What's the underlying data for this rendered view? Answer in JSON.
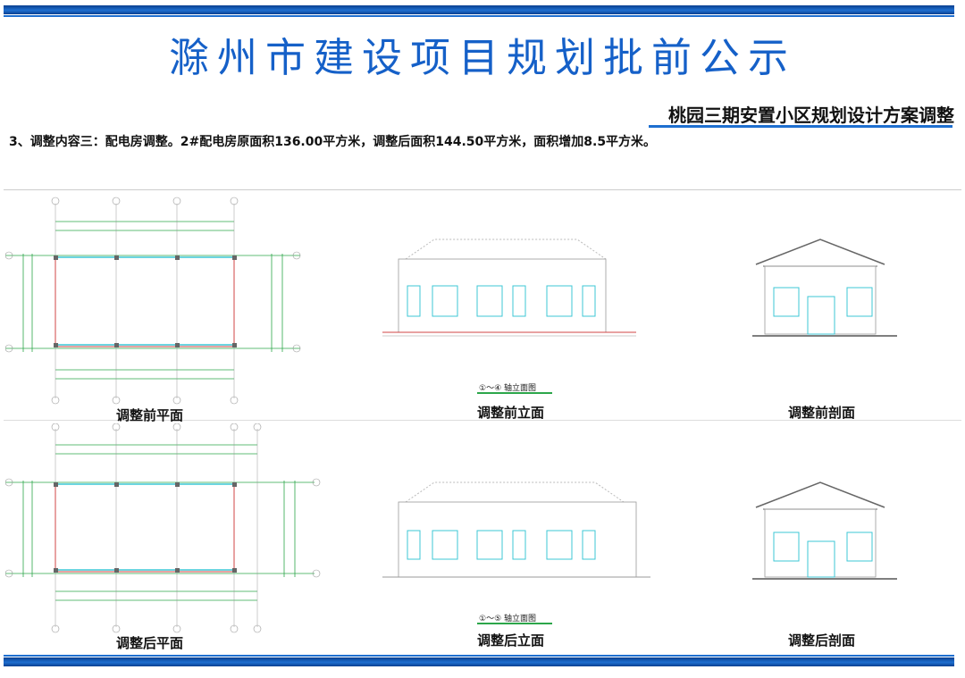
{
  "header": {
    "title": "滁州市建设项目规划批前公示",
    "project_name": "桃园三期安置小区规划设计方案调整"
  },
  "content": {
    "line": "3、调整内容三：配电房调整。2#配电房原面积136.00平方米，调整后面积144.50平方米，面积增加8.5平方米。"
  },
  "drawings": {
    "before_plan": "调整前平面",
    "before_elevation": "调整前立面",
    "before_section": "调整前剖面",
    "after_plan": "调整后平面",
    "after_elevation": "调整后立面",
    "after_section": "调整后剖面",
    "before_elev_tag": "①～④ 轴立面图",
    "after_elev_tag": "①～⑤ 轴立面图"
  },
  "colors": {
    "brand_blue": "#1560c8",
    "accent_green": "#2ca64a",
    "drawing_cyan": "#3cc7d6"
  }
}
